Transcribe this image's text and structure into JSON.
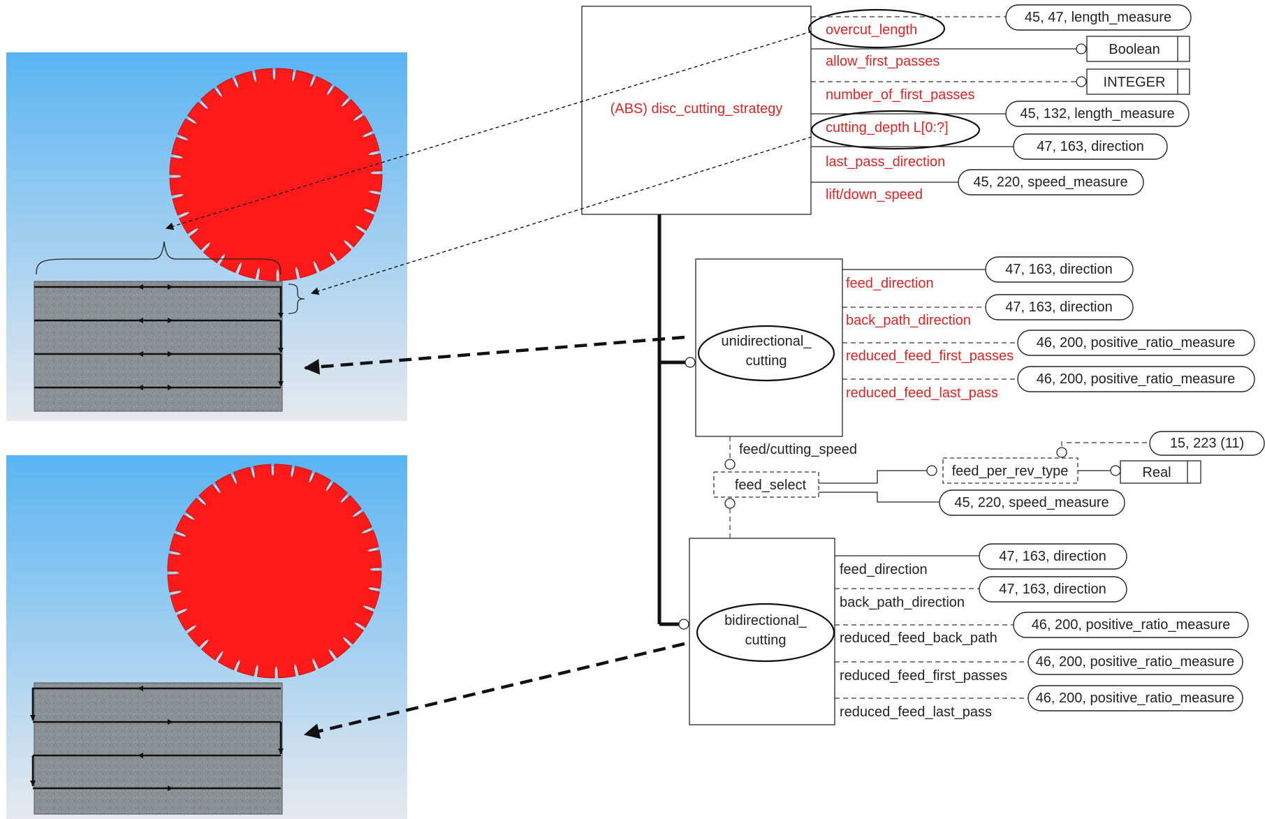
{
  "entities": {
    "main": "(ABS) disc_cutting_strategy",
    "uni_line1": "unidirectional_",
    "uni_line2": "cutting",
    "bi_line1": "bidirectional_",
    "bi_line2": "cutting",
    "feed_select": "feed_select",
    "feed_per_rev_type": "feed_per_rev_type"
  },
  "main_attributes": [
    "overcut_length",
    "allow_first_passes",
    "number_of_first_passes",
    "cutting_depth L[0:?]",
    "last_pass_direction",
    "lift/down_speed"
  ],
  "main_types": [
    "45, 47, length_measure",
    "Boolean",
    "INTEGER",
    "45, 132, length_measure",
    "47, 163, direction",
    "45, 220, speed_measure"
  ],
  "uni_attributes": [
    "feed_direction",
    "back_path_direction",
    "reduced_feed_first_passes",
    "reduced_feed_last_pass"
  ],
  "uni_types": [
    "47, 163, direction",
    "47, 163, direction",
    "46, 200, positive_ratio_measure",
    "46, 200, positive_ratio_measure"
  ],
  "select": {
    "attr": "feed/cutting_speed",
    "fpr_ref": "15, 223 (11)",
    "real": "Real",
    "speed": "45, 220, speed_measure"
  },
  "bi_attributes": [
    "feed_direction",
    "back_path_direction",
    "reduced_feed_back_path",
    "reduced_feed_first_passes",
    "reduced_feed_last_pass"
  ],
  "bi_types": [
    "47, 163, direction",
    "47, 163, direction",
    "46, 200, positive_ratio_measure",
    "46, 200, positive_ratio_measure",
    "46, 200, positive_ratio_measure"
  ],
  "colors": {
    "red_attribute": "#e02222",
    "blade": "#ff1a1a",
    "sky_top": "#5ab4f3",
    "sky_bottom": "#e6e9ee",
    "stone": "#8a9196"
  }
}
